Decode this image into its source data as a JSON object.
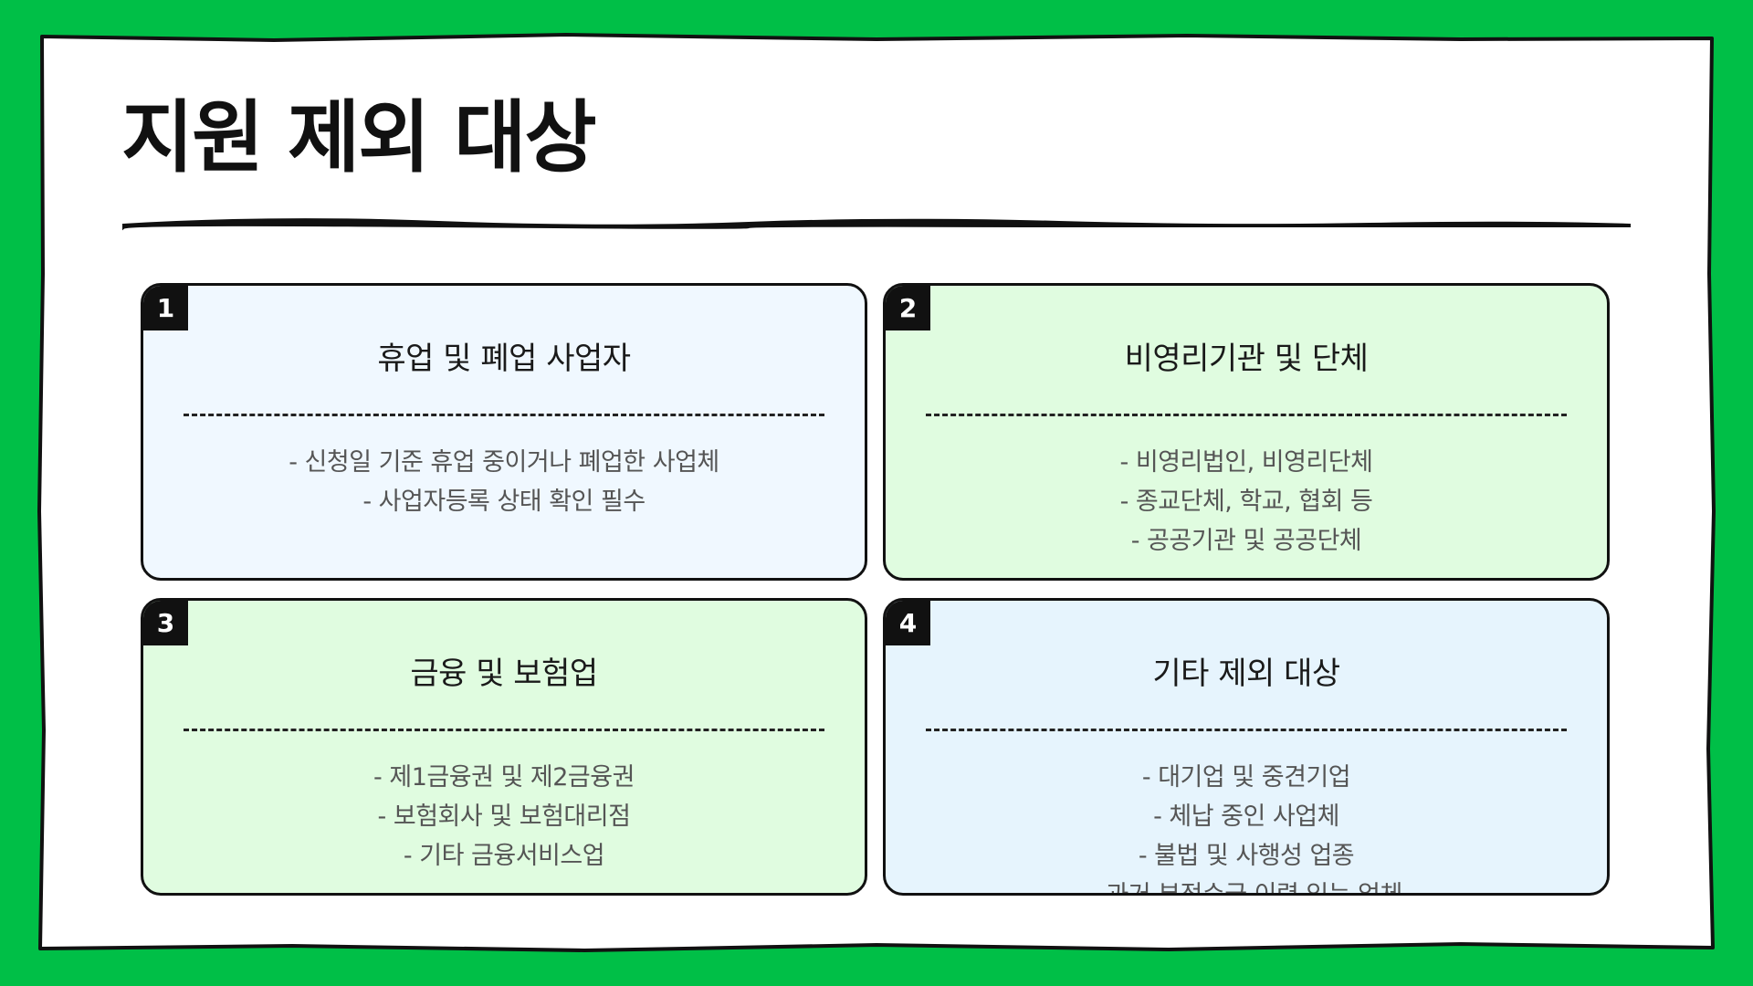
{
  "title": "지원 제외 대상",
  "colors": {
    "background": "#00bf47",
    "panel": "#ffffff",
    "ink": "#111111",
    "card_light_blue": "#f0f8ff",
    "card_light_green": "#e0fce0",
    "card_pale_blue": "#e6f4fd",
    "muted_text": "#555555"
  },
  "cards": [
    {
      "number": "1",
      "title": "휴업 및 폐업 사업자",
      "items": [
        "- 신청일 기준 휴업 중이거나 폐업한 사업체",
        "- 사업자등록 상태 확인 필수"
      ]
    },
    {
      "number": "2",
      "title": "비영리기관 및 단체",
      "items": [
        "- 비영리법인, 비영리단체",
        "- 종교단체, 학교, 협회 등",
        "- 공공기관 및 공공단체"
      ]
    },
    {
      "number": "3",
      "title": "금융 및 보험업",
      "items": [
        "- 제1금융권 및 제2금융권",
        "- 보험회사 및 보험대리점",
        "- 기타 금융서비스업"
      ]
    },
    {
      "number": "4",
      "title": "기타 제외 대상",
      "items": [
        "- 대기업 및 중견기업",
        "- 체납 중인 사업체",
        "- 불법 및 사행성 업종",
        "- 과거 부정수급 이력 있는 업체"
      ]
    }
  ]
}
